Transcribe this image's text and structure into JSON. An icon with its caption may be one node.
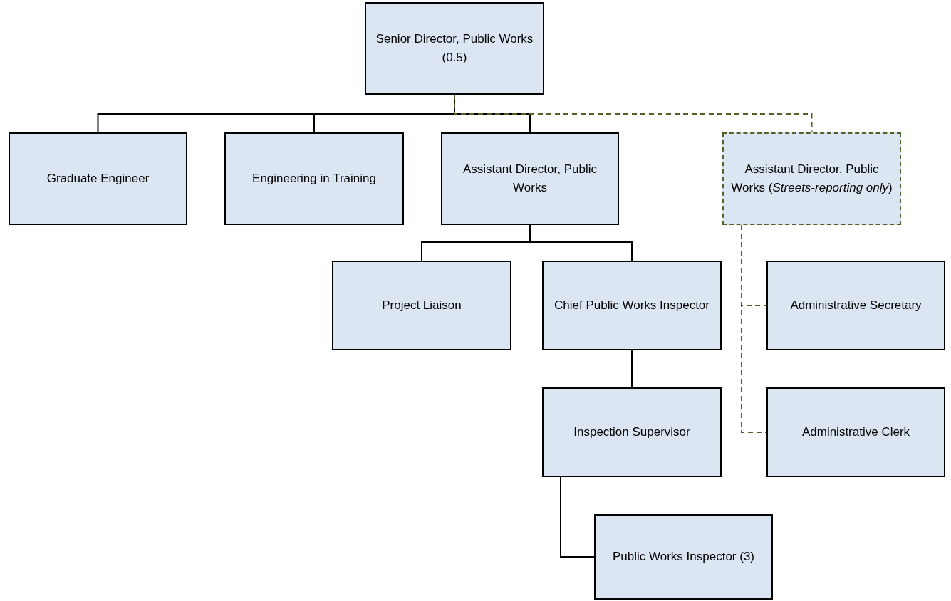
{
  "diagram": {
    "nodes": [
      {
        "text": [
          "Senior Director, Public Works (0.5)"
        ]
      },
      {
        "text": [
          "Graduate Engineer"
        ]
      },
      {
        "text": [
          "Engineering in Training"
        ]
      },
      {
        "text": [
          "Assistant Director, Public Works"
        ]
      },
      {
        "text": [
          "Assistant Director, Public Works (*Streets-reporting only*)"
        ]
      },
      {
        "text": [
          "Project Liaison"
        ]
      },
      {
        "text": [
          "Chief Public Works Inspector"
        ]
      },
      {
        "text": [
          "Administrative Secretary"
        ]
      },
      {
        "text": [
          "Inspection Supervisor"
        ]
      },
      {
        "text": [
          "Administrative Clerk"
        ]
      },
      {
        "text": [
          "Public Works Inspector (3)"
        ]
      }
    ],
    "edges": [
      {
        "from": 0,
        "to": 1,
        "arrow": "none"
      },
      {
        "from": 0,
        "to": 2,
        "arrow": "none"
      },
      {
        "from": 0,
        "to": 3,
        "arrow": "none"
      },
      {
        "from": 0,
        "to": 4,
        "arrow": "none",
        "style": "dashed",
        "color": "#4f6228"
      },
      {
        "from": 3,
        "to": 5,
        "arrow": "none"
      },
      {
        "from": 3,
        "to": 6,
        "arrow": "none"
      },
      {
        "from": 4,
        "to": 7,
        "arrow": "none",
        "style": "dashed",
        "color": "#4f6228"
      },
      {
        "from": 4,
        "to": 9,
        "arrow": "none",
        "style": "dashed",
        "color": "#4f6228"
      },
      {
        "from": 6,
        "to": 8,
        "arrow": "none"
      },
      {
        "from": 8,
        "to": 10,
        "arrow": "none"
      }
    ]
  }
}
